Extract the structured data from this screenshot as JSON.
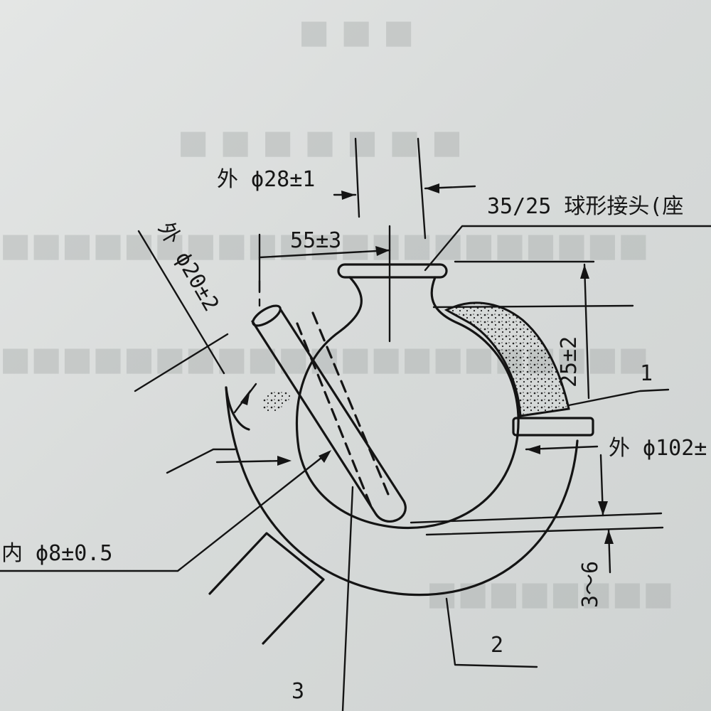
{
  "labels": {
    "outer_d28": "外 ϕ28±1",
    "ball_joint": "35/25 球形接头(座",
    "neck_width": "55±3",
    "outer_d20": "外 ϕ20±2",
    "height_25": "25±2",
    "part_1": "1",
    "outer_d102": "外 ϕ102±",
    "gap_3_6": "3～6",
    "inner_d8": "内 ϕ8±0.5",
    "part_2": "2",
    "part_3": "3"
  },
  "colors": {
    "ink": "#141414",
    "paper": "#d9dcdb"
  }
}
